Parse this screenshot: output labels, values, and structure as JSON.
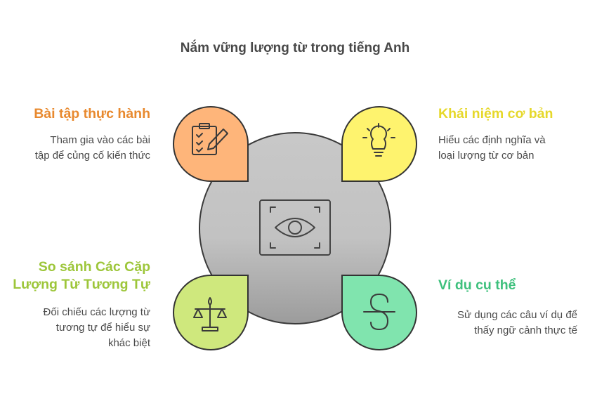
{
  "title": "Nắm vững lượng từ trong tiếng Anh",
  "colors": {
    "orange": "#e8892e",
    "yellow": "#e6d82a",
    "green": "#9dc63a",
    "teal": "#3dc07c",
    "orange_fill": "#feb57a",
    "yellow_fill": "#fef36e",
    "green_fill": "#cfe87d",
    "teal_fill": "#80e4ae"
  },
  "center": {
    "icon": "eye-icon"
  },
  "items": [
    {
      "id": "practice",
      "heading": "Bài tập thực hành",
      "desc_lines": [
        "Tham gia vào các bài",
        "tập để củng cố kiến thức"
      ],
      "icon": "clipboard-pencil-icon"
    },
    {
      "id": "concepts",
      "heading": "Khái niệm cơ bản",
      "desc_lines": [
        "Hiểu các định nghĩa và",
        "loại lượng từ cơ bản"
      ],
      "icon": "lightbulb-icon"
    },
    {
      "id": "compare",
      "heading_lines": [
        "So sánh Các Cặp",
        "Lượng Từ Tương Tự"
      ],
      "desc_lines": [
        "Đối chiếu các lượng từ",
        "tương tự để hiểu sự",
        "khác biệt"
      ],
      "icon": "balance-scale-icon"
    },
    {
      "id": "examples",
      "heading": "Ví dụ cụ thể",
      "desc_lines": [
        "Sử dụng các câu ví dụ để",
        "thấy ngữ cảnh thực tế"
      ],
      "icon": "strikethrough-s-icon"
    }
  ]
}
